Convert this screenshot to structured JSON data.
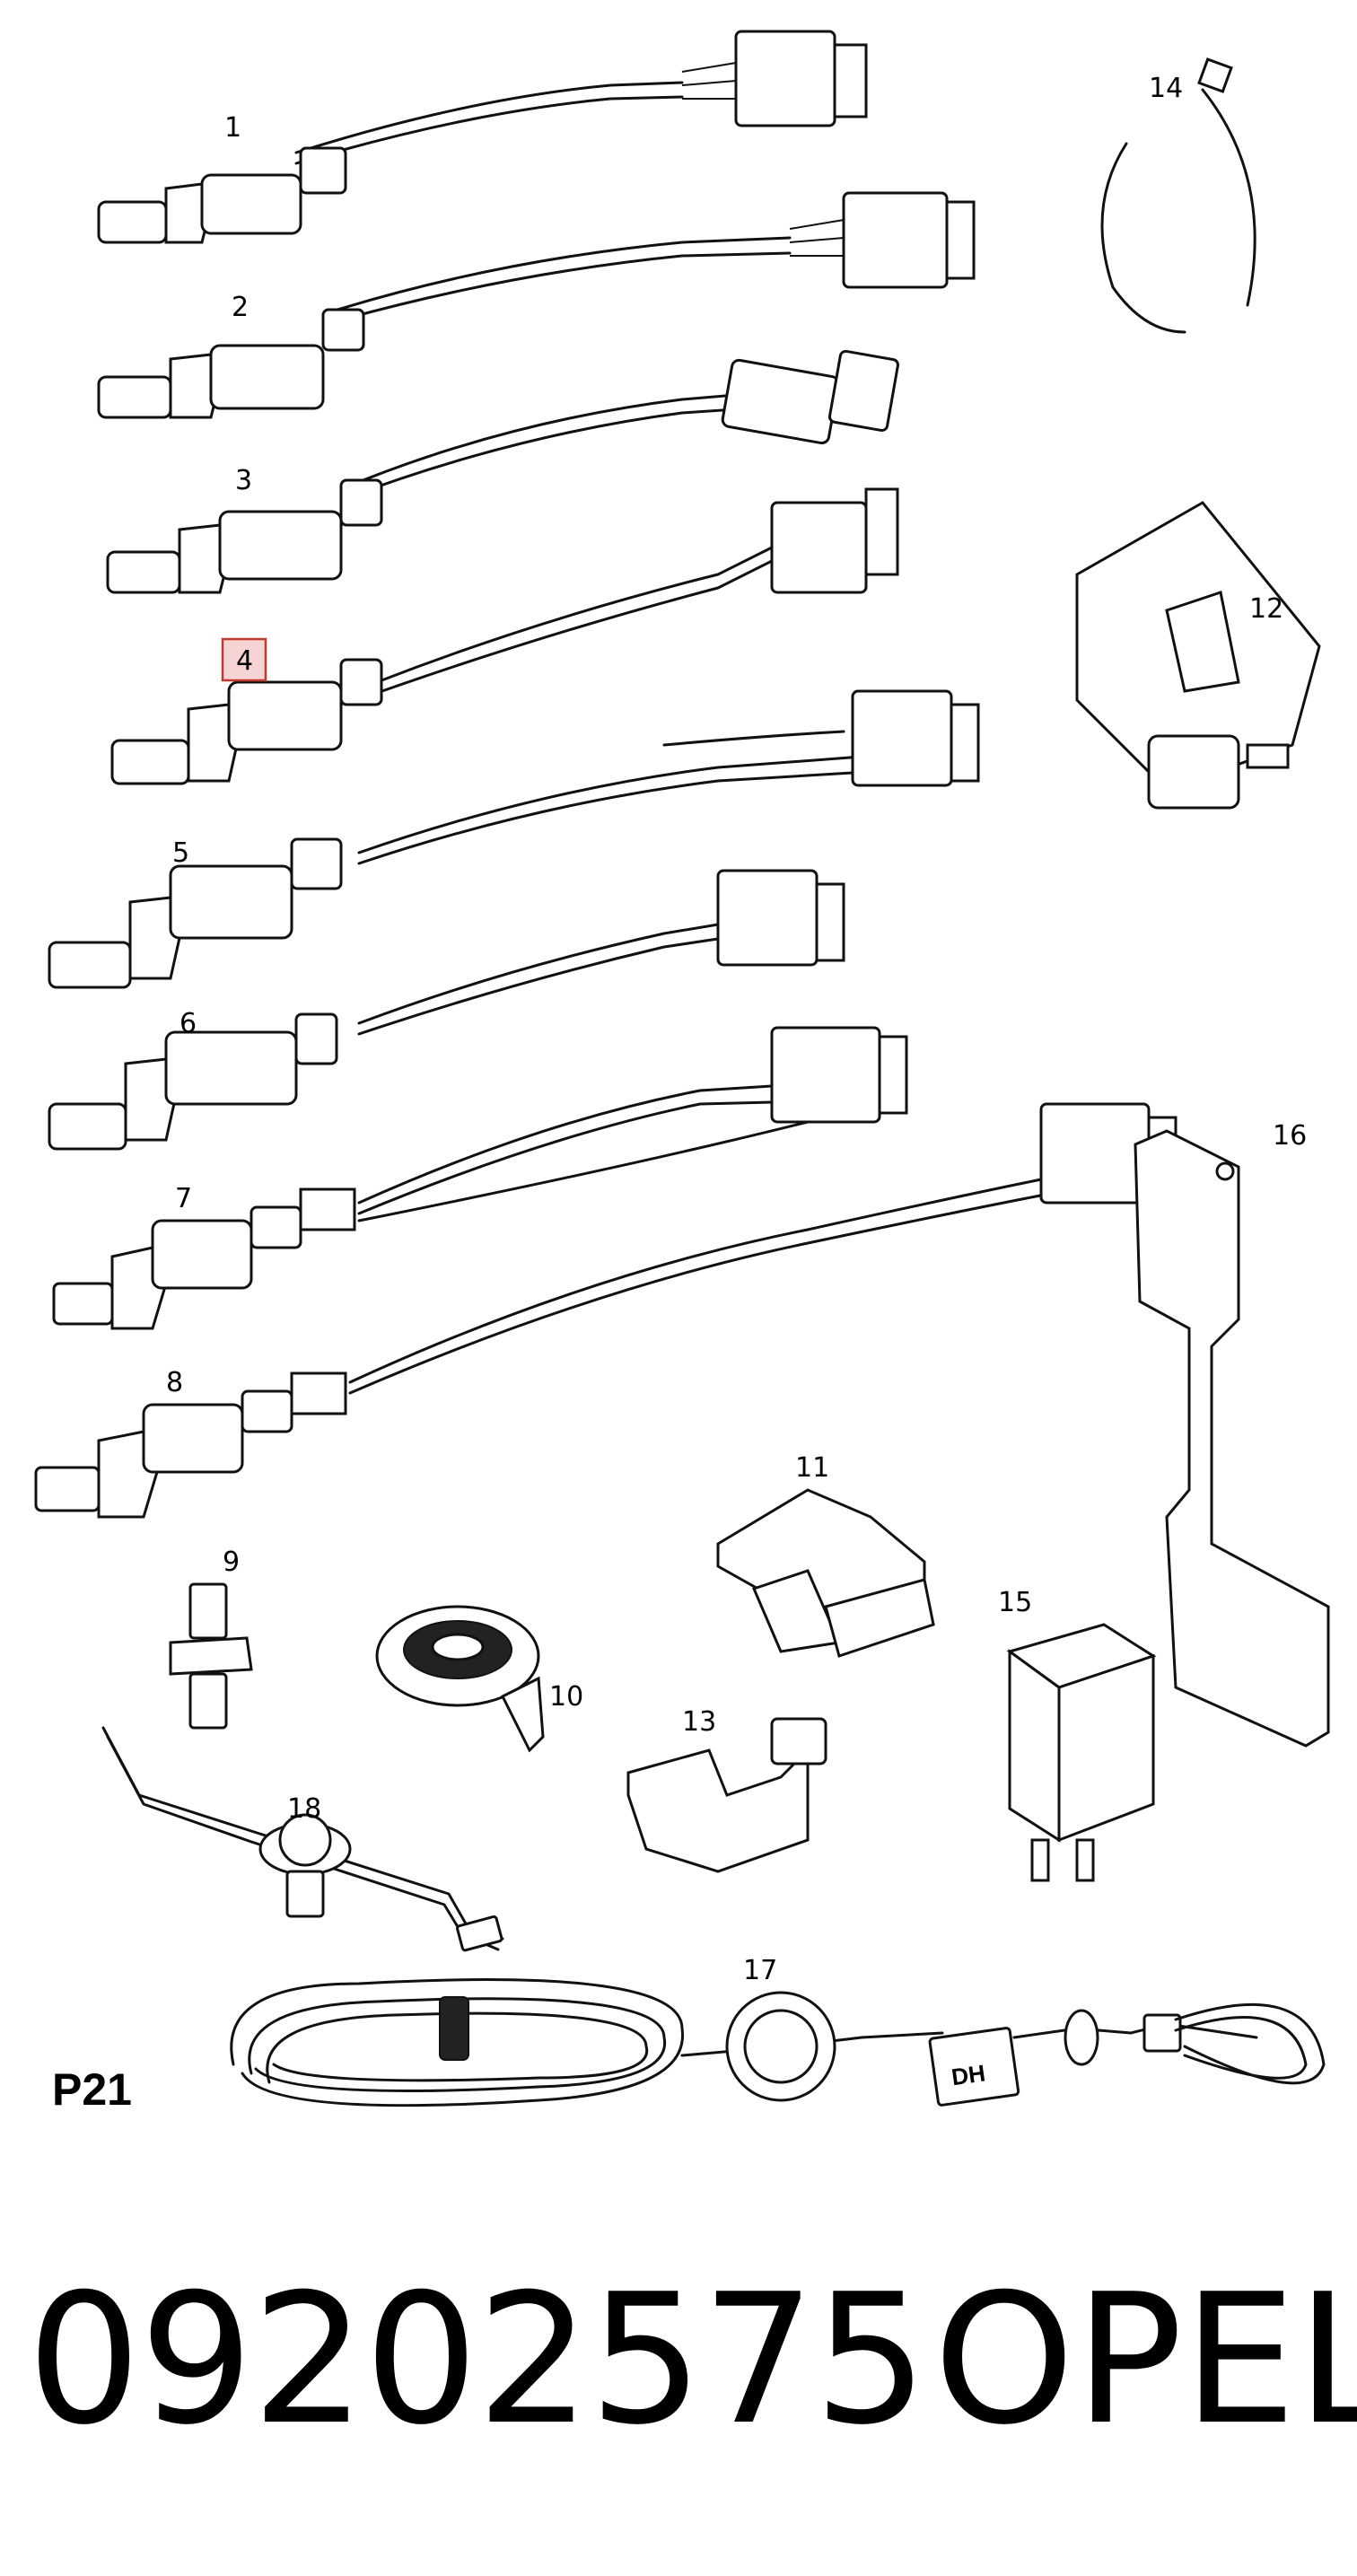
{
  "page_label": "P21",
  "part_number": "09202575",
  "brand": "OPEL",
  "highlighted_callout": "4",
  "callouts": [
    "1",
    "2",
    "3",
    "4",
    "5",
    "6",
    "7",
    "8",
    "9",
    "10",
    "11",
    "12",
    "13",
    "14",
    "15",
    "16",
    "17",
    "18"
  ],
  "relay_marking": "DH",
  "highlight_color": "#c0392b"
}
